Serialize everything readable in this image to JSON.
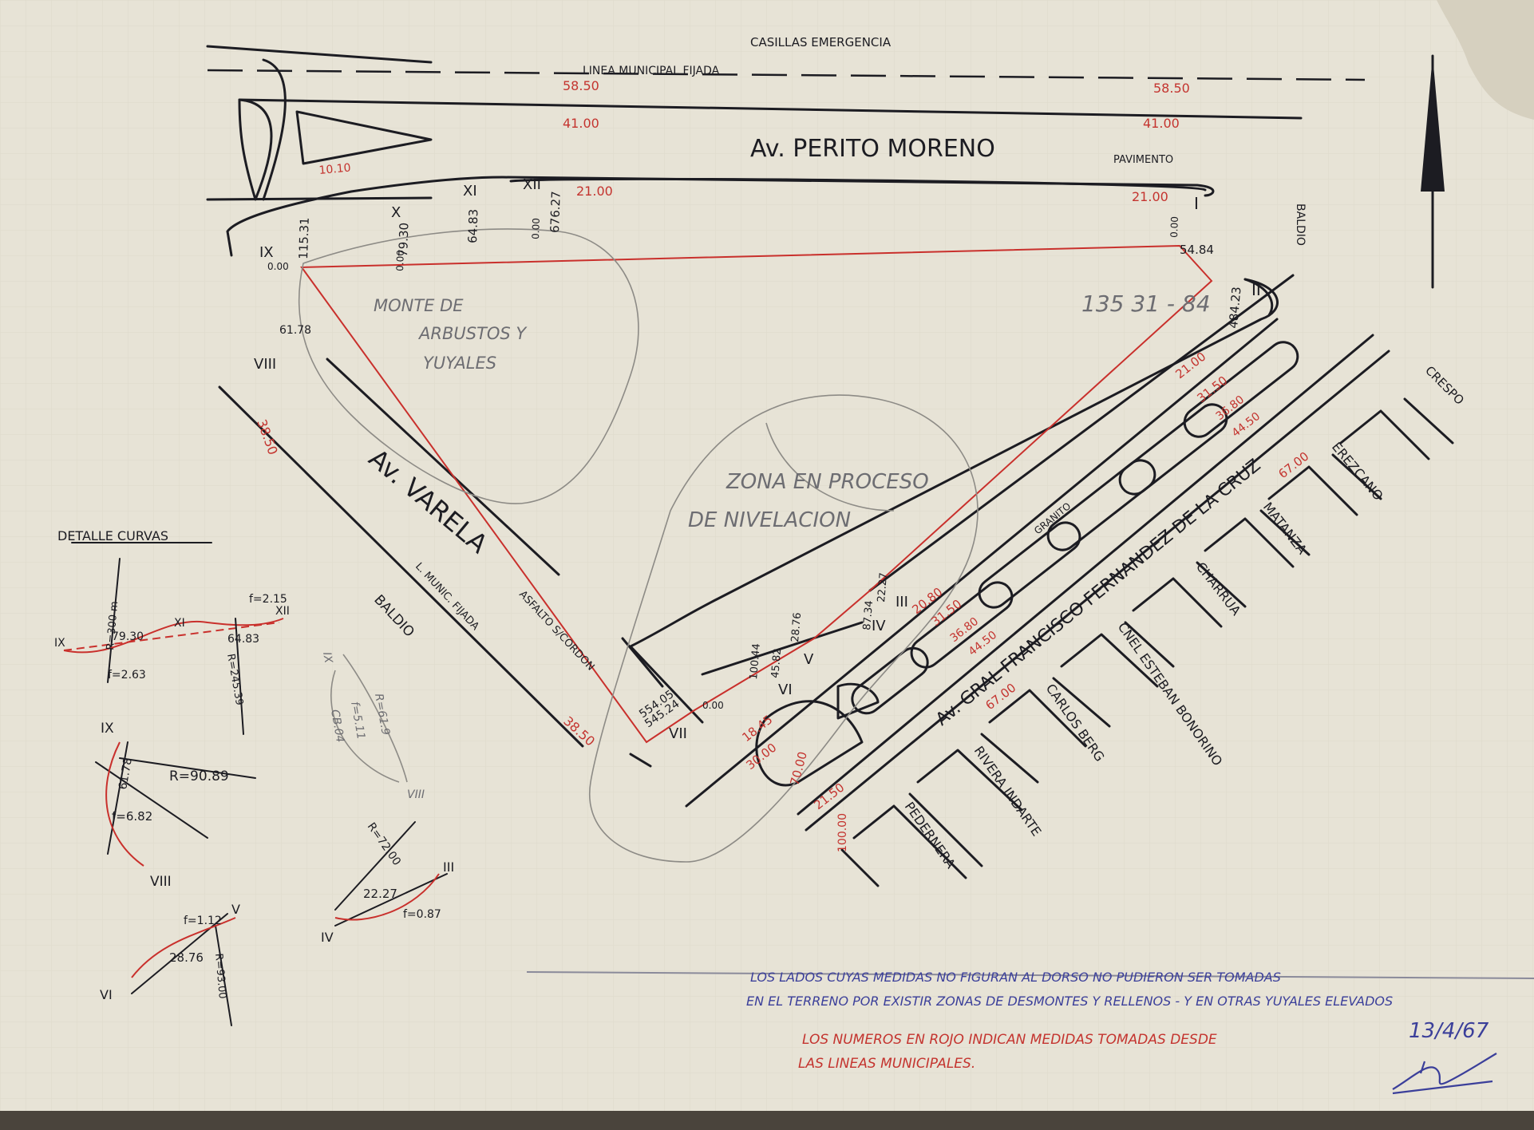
{
  "colors": {
    "paper": "#e7e3d6",
    "ink": "#1c1c22",
    "red_ink": "#c4342f",
    "blue_ink": "#3b3f9a",
    "pencil": "#8d8b86"
  },
  "header": {
    "casillas": "CASILLAS EMERGENCIA",
    "linea_municipal": "LINEA MUNICIPAL FIJADA",
    "dim_58_left": "58.50",
    "dim_58_right": "58.50",
    "dim_41_left": "41.00",
    "dim_41_right": "41.00"
  },
  "streets": {
    "perito_moreno": "Av. PERITO MORENO",
    "pavimento": "PAVIMENTO",
    "varela": "Av. VARELA",
    "fernandez": "Av. GRAL FRANCISCO FERNANDEZ DE LA CRUZ",
    "granito": "GRANITO",
    "asfalto": "ASFALTO S/CORDON",
    "l_munic": "L. MUNIC. FIJADA",
    "baldio": "BALDIO",
    "crespo": "CRESPO",
    "erezcano": "EREZCANO",
    "matanza": "MATANZA",
    "charrua": "CHARRUA",
    "esteban_bonorino": "CNEL ESTEBAN BONORINO",
    "carlos_berg": "CARLOS BERG",
    "rivera_indarte": "RIVERA INDARTE",
    "pedernera": "PEDERNERA",
    "baldio_top": "BALDIO"
  },
  "zones": {
    "monte_1": "MONTE DE",
    "monte_2": "ARBUSTOS Y",
    "monte_3": "YUYALES",
    "zona_1": "ZONA EN PROCESO",
    "zona_2": "DE NIVELACION",
    "area_total": "135 31 - 84"
  },
  "vertices": {
    "i": "I",
    "ii": "II",
    "iii": "III",
    "iv": "IV",
    "v": "V",
    "vi": "VI",
    "vii": "VII",
    "viii": "VIII",
    "ix": "IX",
    "x": "X",
    "xi": "XI",
    "xii": "XII"
  },
  "measurements": {
    "m_10_10": "10.10",
    "m_115_31": "115.31",
    "m_79_30": "79.30",
    "m_64_83": "64.83",
    "m_676_27": "676.27",
    "m_21_00_top": "21.00",
    "m_21_00_i": "21.00",
    "m_54_84": "54.84",
    "m_484_23": "484.23",
    "m_61_78": "61.78",
    "m_38_50_a": "38.50",
    "m_38_50_b": "38.50",
    "m_554_05": "554.05",
    "m_545_24": "545.24",
    "m_28_76": "28.76",
    "m_45_82": "45.82",
    "m_100_44": "100.44",
    "m_22_27": "22.27",
    "m_87_34": "87.34",
    "m_20_80": "20.80",
    "m_31_50_a": "31.50",
    "m_36_80": "36.80",
    "m_44_50": "44.50",
    "m_67_00_a": "67.00",
    "m_67_00_b": "67.00",
    "m_21_00_ii": "21.00",
    "m_31_50_b": "31.50",
    "m_36_80_b": "36.80",
    "m_44_50_b": "44.50",
    "m_18_45": "18.45",
    "m_30_00": "30.00",
    "m_70_00": "70.00",
    "m_21_50": "21.50",
    "m_100_00": "100.00",
    "m_zero": "0.00",
    "m_zero_b": "0.00",
    "m_zero_c": "0.00",
    "m_zero_d": "0.00",
    "m_zero_e": "0.00"
  },
  "detalle": {
    "title": "DETALLE CURVAS",
    "r_300": "R=300 m",
    "c_79_30": "79.30",
    "f_2_63": "f=2.63",
    "f_2_15": "f=2.15",
    "c_64_83": "64.83",
    "r_245_39": "R=245.39",
    "xi_label": "XI",
    "xii_label": "XII",
    "ix_label": "IX",
    "ix_b": "IX",
    "viii_b": "VIII",
    "r_90_89": "R=90.89",
    "c_61": "61.78",
    "f_6_82": "f=6.82",
    "r_72": "R=72.00",
    "iii_b": "III",
    "iv_b": "IV",
    "c_22_27": "22.27",
    "f_0_87": "f=0.87",
    "f_1_12": "f=1.12",
    "v_b": "V",
    "vi_b": "VI",
    "c_28_76": "28.76",
    "r_93": "R=93.00",
    "pen_ix": "IX",
    "pen_viii": "VIII",
    "pen_r": "R=61.9",
    "pen_c": "CB.04",
    "pen_f": "f=5.11"
  },
  "notes": {
    "blue_1": "LOS LADOS CUYAS MEDIDAS NO FIGURAN AL DORSO NO PUDIERON SER TOMADAS",
    "blue_2": "EN EL TERRENO POR EXISTIR ZONAS DE DESMONTES Y RELLENOS - Y EN OTRAS YUYALES ELEVADOS",
    "red_1": "LOS NUMEROS EN ROJO INDICAN MEDIDAS TOMADAS DESDE",
    "red_2": "LAS LINEAS MUNICIPALES.",
    "date": "13/4/67"
  }
}
